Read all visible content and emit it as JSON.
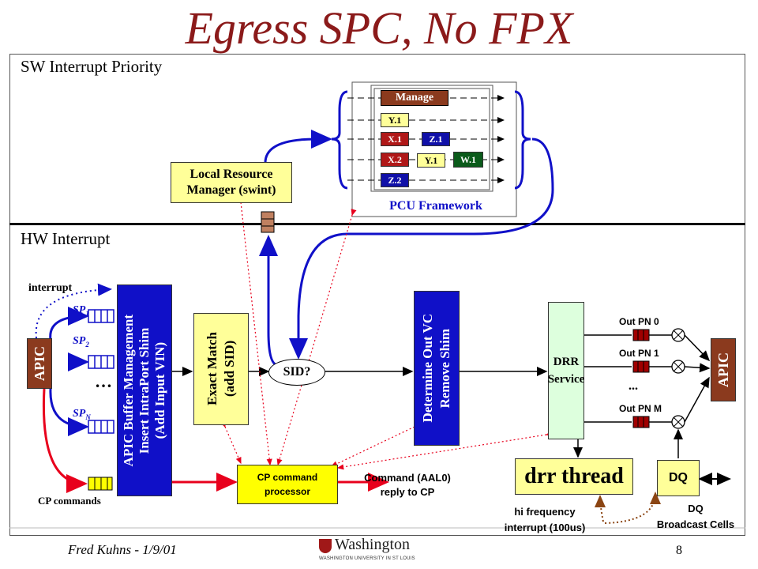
{
  "title": "Egress SPC, No FPX",
  "sections": {
    "sw": "SW Interrupt Priority",
    "hw": "HW Interrupt"
  },
  "pcu": {
    "label": "PCU Framework",
    "manage": "Manage",
    "y1a": "Y.1",
    "x1": "X.1",
    "z1": "Z.1",
    "x2": "X.2",
    "y1b": "Y.1",
    "w1": "W.1",
    "z2": "Z.2"
  },
  "lrm": {
    "line1": "Local Resource",
    "line2": "Manager (swint)"
  },
  "apic_left": "APIC",
  "apic_right": "APIC",
  "interrupt": "interrupt",
  "sp": {
    "sp1": "SP",
    "sp1_sub": "1",
    "sp2": "SP",
    "sp2_sub": "2",
    "spn": "SP",
    "spn_sub": "N",
    "dots": "…"
  },
  "cp_commands": "CP commands",
  "apic_buffer": {
    "line1": "APIC Buffer Management",
    "line2": "Insert IntraPort Shim",
    "line3": "(Add Input VIN)"
  },
  "exact_match": {
    "line1": "Exact Match",
    "line2": "(add SID)"
  },
  "sid": "SID?",
  "determine": {
    "line1": "Determine Out VC",
    "line2": "Remove Shim"
  },
  "drr": {
    "line1": "DRR",
    "line2": "Service"
  },
  "outpn": {
    "pn0": "Out PN 0",
    "pn1": "Out PN 1",
    "dots": "...",
    "pnm": "Out PN M"
  },
  "cp_proc": {
    "line1": "CP command",
    "line2": "processor"
  },
  "command": {
    "line1": "Command (AAL0)",
    "line2": "reply to CP"
  },
  "drr_thread": "drr thread",
  "dq": "DQ",
  "hifreq": {
    "line1": "hi frequency",
    "line2": "interrupt (100us)"
  },
  "dq_broadcast": {
    "line1": "DQ",
    "line2": "Broadcast Cells"
  },
  "footer": {
    "author": "Fred Kuhns - 1/9/01",
    "logo": "Washington",
    "logo_sub": "WASHINGTON UNIVERSITY IN ST LOUIS",
    "page": "8"
  },
  "colors": {
    "blue": "#1010c8",
    "red": "#e8001c",
    "yellow": "#ffff99",
    "cp_yellow": "#ffff00",
    "green": "#ddffdd",
    "apic": "#8b3a1e",
    "title": "#8b1a1a"
  }
}
